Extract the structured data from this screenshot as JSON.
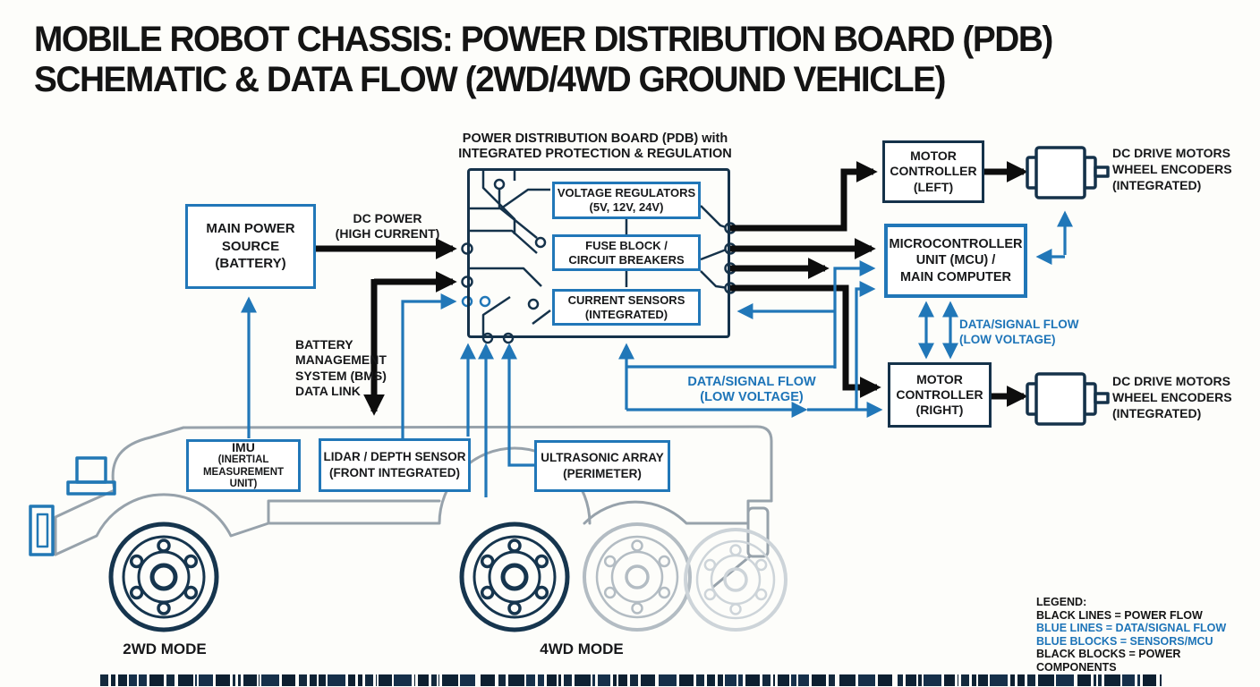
{
  "title": {
    "line1": "MOBILE ROBOT CHASSIS: POWER DISTRIBUTION BOARD (PDB)",
    "line2": "SCHEMATIC & DATA FLOW (2WD/4WD GROUND VEHICLE)"
  },
  "pdb": {
    "header_line1": "POWER DISTRIBUTION BOARD (PDB) with",
    "header_line2": "INTEGRATED PROTECTION & REGULATION",
    "modules": [
      {
        "line1": "VOLTAGE REGULATORS",
        "line2": "(5V, 12V, 24V)"
      },
      {
        "line1": "FUSE BLOCK /",
        "line2": "CIRCUIT BREAKERS"
      },
      {
        "line1": "CURRENT SENSORS",
        "line2": "(INTEGRATED)"
      }
    ]
  },
  "blocks": {
    "battery": {
      "line1": "MAIN POWER",
      "line2": "SOURCE",
      "line3": "(BATTERY)"
    },
    "mcu": {
      "line1": "MICROCONTROLLER",
      "line2": "UNIT (MCU) /",
      "line3": "MAIN COMPUTER"
    },
    "motor_controller_left": {
      "line1": "MOTOR",
      "line2": "CONTROLLER",
      "line3": "(LEFT)"
    },
    "motor_controller_right": {
      "line1": "MOTOR",
      "line2": "CONTROLLER",
      "line3": "(RIGHT)"
    }
  },
  "sensors": {
    "imu": {
      "line1": "IMU",
      "line2": "(INERTIAL",
      "line3": "MEASUREMENT UNIT)"
    },
    "lidar": {
      "line1": "LIDAR / DEPTH SENSOR",
      "line2": "(FRONT INTEGRATED)"
    },
    "ultrasonic": {
      "line1": "ULTRASONIC ARRAY",
      "line2": "(PERIMETER)"
    }
  },
  "labels": {
    "dc_power": {
      "line1": "DC POWER",
      "line2": "(HIGH CURRENT)"
    },
    "bms": {
      "line1": "BATTERY",
      "line2": "MANAGEMENT",
      "line3": "SYSTEM (BMS)",
      "line4": "DATA LINK"
    },
    "data_flow_pdb": {
      "line1": "DATA/SIGNAL FLOW",
      "line2": "(LOW VOLTAGE)"
    },
    "data_flow_mcu": {
      "line1": "DATA/SIGNAL FLOW",
      "line2": "(LOW VOLTAGE)"
    },
    "motors_left": {
      "line1": "DC DRIVE MOTORS",
      "line2": "WHEEL ENCODERS",
      "line3": "(INTEGRATED)"
    },
    "motors_right": {
      "line1": "DC DRIVE MOTORS",
      "line2": "WHEEL ENCODERS",
      "line3": "(INTEGRATED)"
    }
  },
  "vehicle": {
    "mode_left": "2WD MODE",
    "mode_right": "4WD MODE"
  },
  "legend": {
    "title": "LEGEND:",
    "items": [
      {
        "text": "BLACK LINES = POWER FLOW",
        "color": "#141414"
      },
      {
        "text": "BLUE LINES = DATA/SIGNAL FLOW",
        "color": "#1d74b8"
      },
      {
        "text": "BLUE BLOCKS = SENSORS/MCU",
        "color": "#1d74b8"
      },
      {
        "text": "BLACK BLOCKS = POWER COMPONENTS",
        "color": "#141414"
      }
    ]
  },
  "colors": {
    "power_flow": "#0d0d0d",
    "data_flow": "#2177b8",
    "block_navy": "#15324a",
    "block_blue": "#2177b8",
    "chassis_gray": "#97a2ab"
  }
}
